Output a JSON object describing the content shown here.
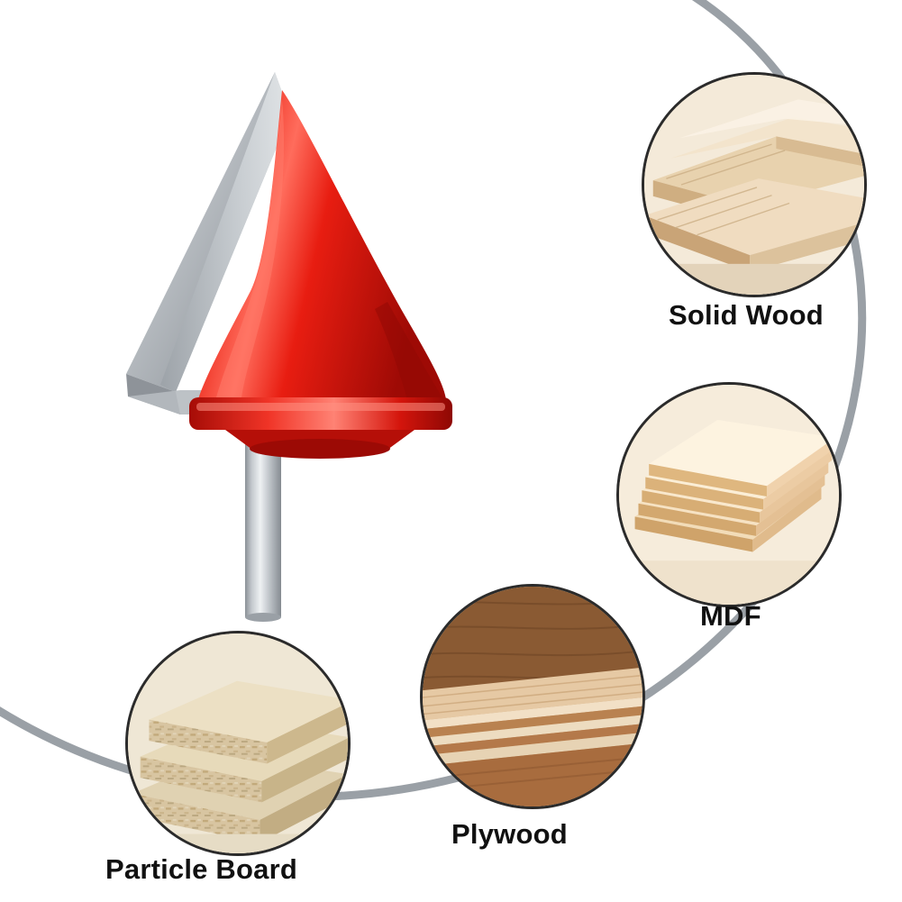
{
  "image": {
    "subject": "CNC V-groove router bit with material application callouts",
    "background_color": "#ffffff"
  },
  "arc": {
    "name": "connecting-arc",
    "color": "#9aa0a6",
    "width": 9
  },
  "router_bit": {
    "name": "v-groove-router-bit",
    "body_color": "#e01b12",
    "body_highlight": "#ff6b5e",
    "body_shadow": "#a50d08",
    "blade_color": "#b9bec4",
    "blade_highlight": "#dfe3e7",
    "blade_shadow": "#7d8389",
    "shank_color": "#c3c8cd",
    "shank_highlight": "#eceff1",
    "shank_shadow": "#8a9096"
  },
  "callouts": [
    {
      "id": "solid-wood",
      "label": "Solid Wood",
      "material": "stacked rough-sawn lumber boards",
      "colors": [
        "#f0dcc0",
        "#e2c49e",
        "#c9a477",
        "#f7ecdb"
      ]
    },
    {
      "id": "mdf",
      "label": "MDF",
      "material": "stacked medium-density fiberboard panels",
      "colors": [
        "#f2dcb8",
        "#e3c48f",
        "#cfa36a",
        "#faf0e0"
      ]
    },
    {
      "id": "plywood",
      "label": "Plywood",
      "material": "layered plywood sheet edge showing plies",
      "colors": [
        "#e6c9a4",
        "#c79a67",
        "#8a5a33",
        "#f3e2cc"
      ]
    },
    {
      "id": "particle-board",
      "label": "Particle Board",
      "material": "stacked chipboard panels with coarse flakes",
      "colors": [
        "#ded0b4",
        "#cbb894",
        "#b09b73",
        "#efe6d2"
      ]
    }
  ]
}
